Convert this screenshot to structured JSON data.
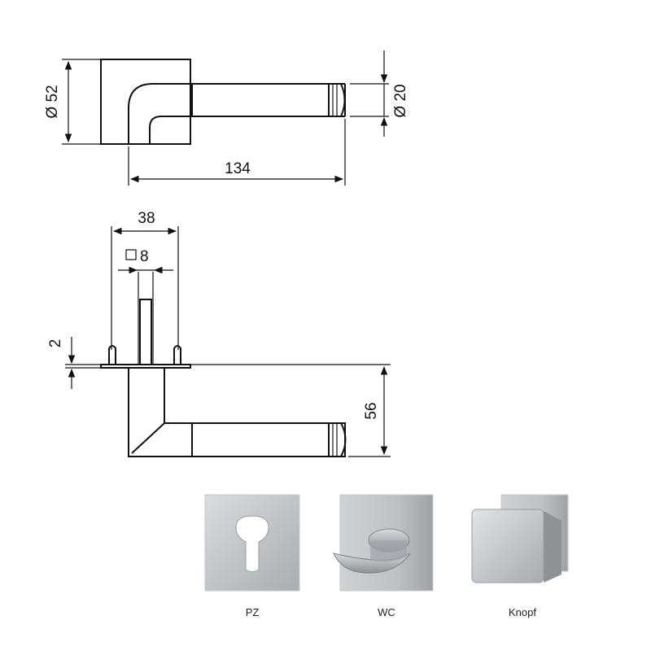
{
  "dimensions": {
    "rose_diameter": "Ø 52",
    "lever_length": "134",
    "grip_diameter": "Ø 20",
    "pin_spacing": "38",
    "spindle_square": "8",
    "rose_thickness": "2",
    "lever_height": "56"
  },
  "products": [
    {
      "label": "PZ"
    },
    {
      "label": "WC"
    },
    {
      "label": "Knopf"
    }
  ],
  "colors": {
    "line": "#111111",
    "metal_light": "#d4d6d8",
    "metal_mid": "#b9bcbf",
    "metal_dark": "#8f9396"
  }
}
